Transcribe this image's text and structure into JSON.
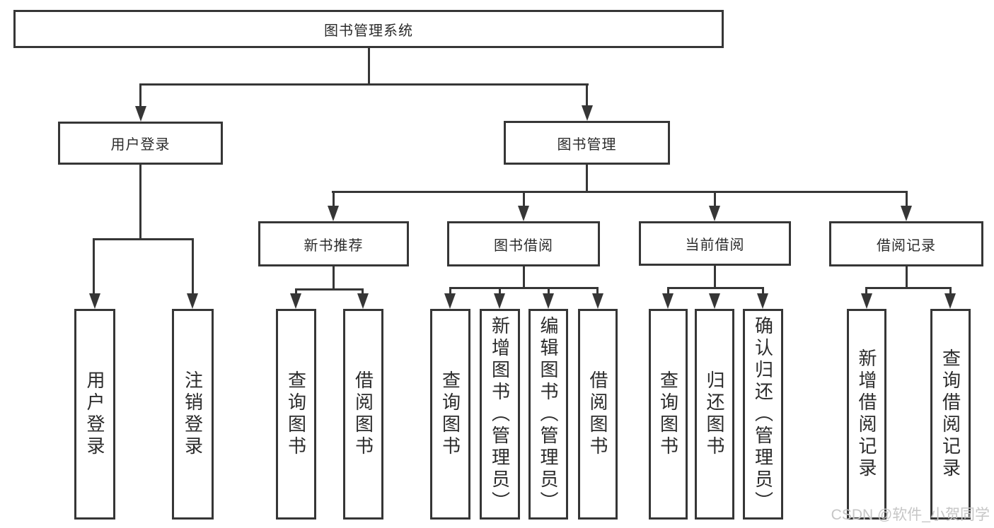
{
  "diagram": {
    "root": {
      "label": "图书管理系统"
    },
    "branches": [
      {
        "label": "用户登录",
        "children": [
          {
            "label": "用户登录"
          },
          {
            "label": "注销登录"
          }
        ]
      },
      {
        "label": "图书管理",
        "children": [
          {
            "label": "新书推荐",
            "children": [
              {
                "label": "查询图书"
              },
              {
                "label": "借阅图书"
              }
            ]
          },
          {
            "label": "图书借阅",
            "children": [
              {
                "label": "查询图书"
              },
              {
                "label": "新增图书（管理员）"
              },
              {
                "label": "编辑图书（管理员）"
              },
              {
                "label": "借阅图书"
              }
            ]
          },
          {
            "label": "当前借阅",
            "children": [
              {
                "label": "查询图书"
              },
              {
                "label": "归还图书"
              },
              {
                "label": "确认归还（管理员）"
              }
            ]
          },
          {
            "label": "借阅记录",
            "children": [
              {
                "label": "新增借阅记录"
              },
              {
                "label": "查询借阅记录"
              }
            ]
          }
        ]
      }
    ]
  },
  "watermark": {
    "text": "CSDN @软件_小贺同学"
  },
  "colors": {
    "line": "#363636",
    "text": "#2b2b2b",
    "watermark": "#c6c6c6",
    "background": "#ffffff"
  }
}
